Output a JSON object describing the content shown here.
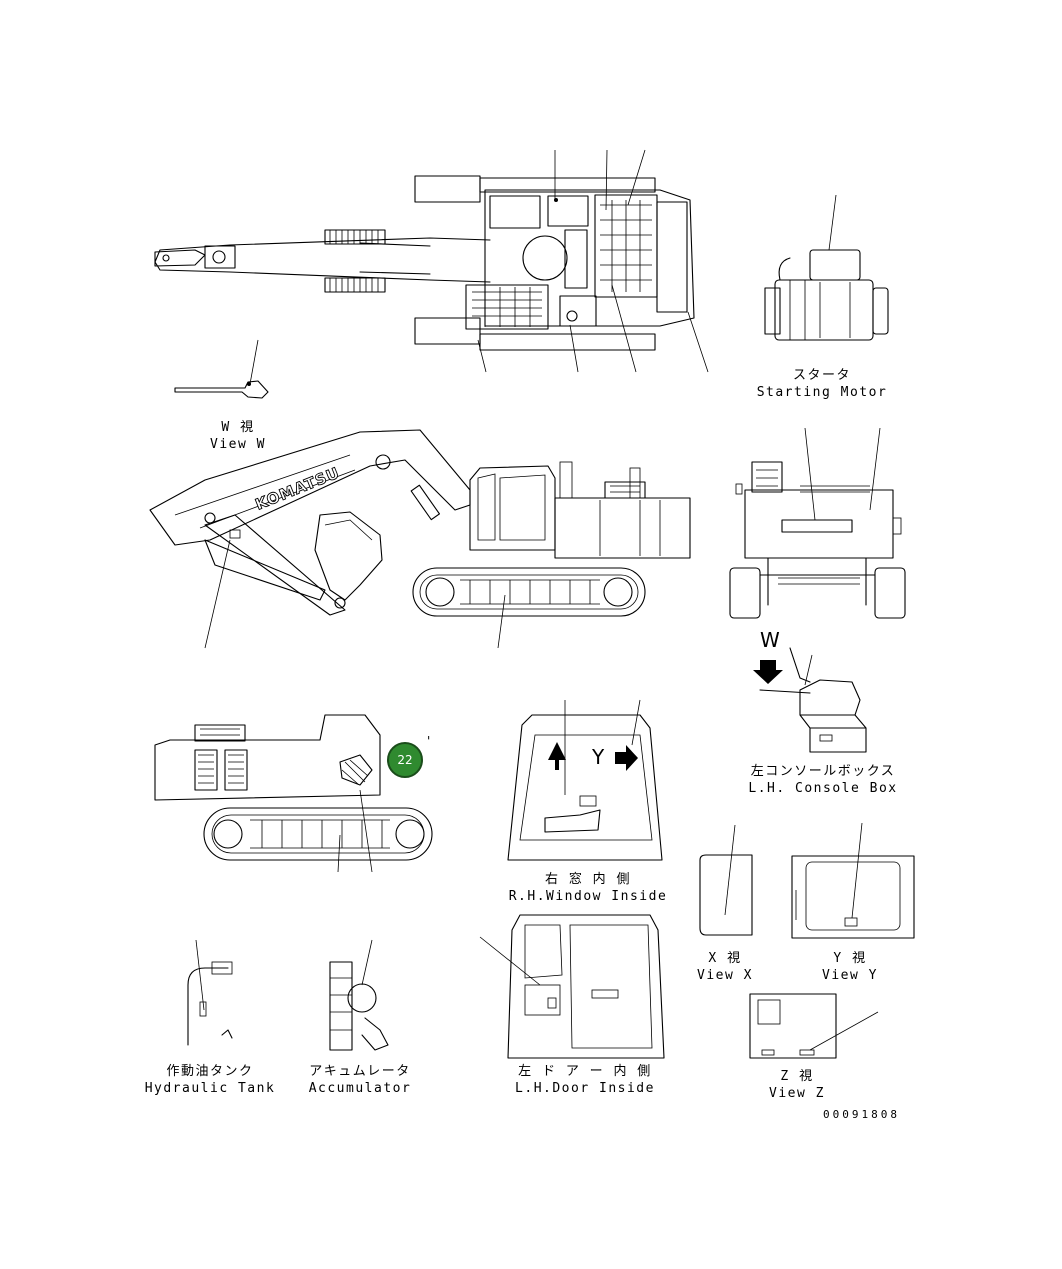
{
  "labels": {
    "view_w": {
      "jp": "W  視",
      "en": "View W"
    },
    "starting_motor": {
      "jp": "スタータ",
      "en": "Starting Motor"
    },
    "lh_console_box": {
      "jp": "左コンソールボックス",
      "en": "L.H. Console Box"
    },
    "rh_window_inside": {
      "jp": "右 窓 内 側",
      "en": "R.H.Window Inside"
    },
    "view_x": {
      "jp": "X  視",
      "en": "View X"
    },
    "view_y": {
      "jp": "Y  視",
      "en": "View Y"
    },
    "view_z": {
      "jp": "Z  視",
      "en": "View Z"
    },
    "hydraulic_tank": {
      "jp": "作動油タンク",
      "en": "Hydraulic Tank"
    },
    "accumulator": {
      "jp": "アキュムレータ",
      "en": "Accumulator"
    },
    "lh_door_inside": {
      "jp": "左 ド ア ー 内 側",
      "en": "L.H.Door Inside"
    }
  },
  "brand_text": "KOMATSU",
  "view_letter_w": "W",
  "view_letter_y": "Y",
  "callout": {
    "number": "22",
    "mark": "'",
    "color": "#2f8a2f"
  },
  "document_number": "00091808"
}
